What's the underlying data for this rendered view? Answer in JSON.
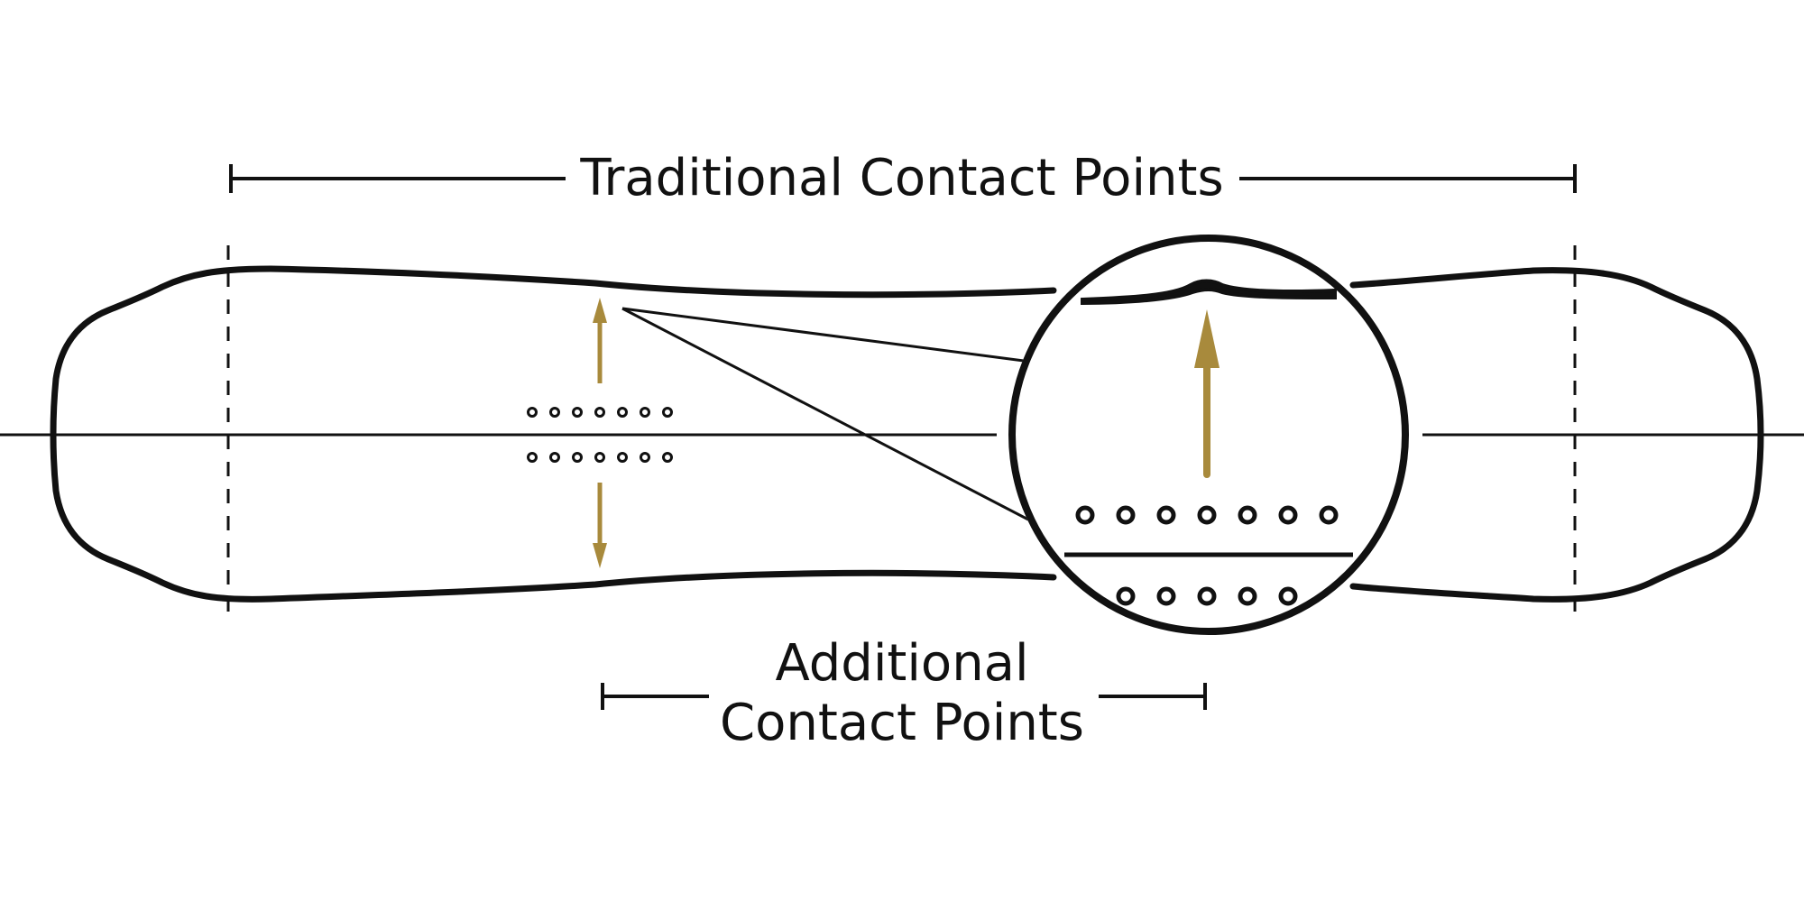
{
  "labels": {
    "traditional": "Traditional Contact Points",
    "additional_line1": "Additional",
    "additional_line2": "Contact Points"
  },
  "colors": {
    "outline": "#111111",
    "arrow": "#a88a3c",
    "background": "#ffffff"
  },
  "icons": {
    "up_arrow": "arrow-up-icon",
    "down_arrow": "arrow-down-icon"
  }
}
